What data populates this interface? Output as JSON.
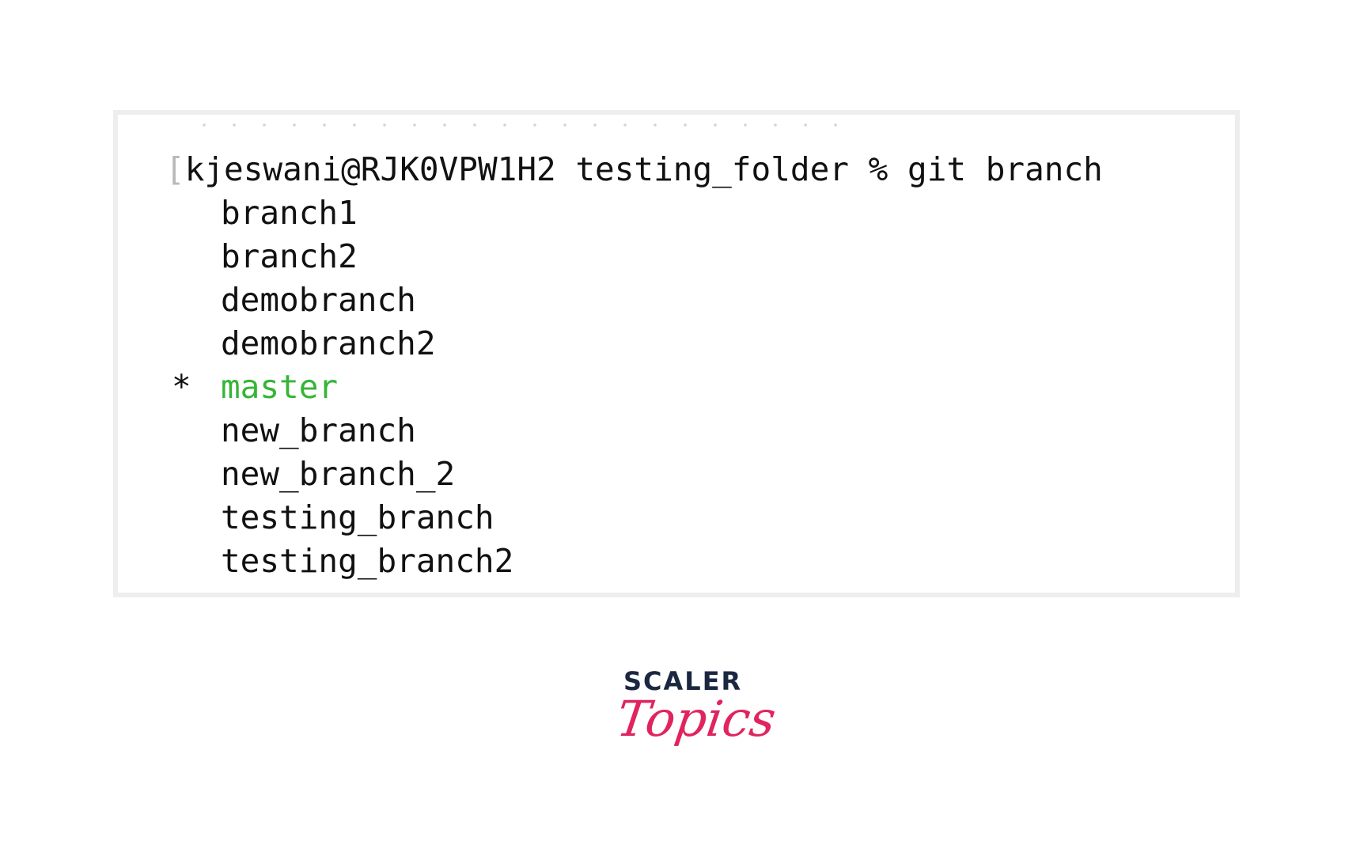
{
  "terminal": {
    "prompt_bracket": "[",
    "prompt_user_host": "kjeswani@RJK0VPW1H2",
    "prompt_directory": "testing_folder",
    "prompt_symbol": "%",
    "command": "git branch",
    "current_marker": "*",
    "branches": [
      {
        "name": "branch1",
        "current": false
      },
      {
        "name": "branch2",
        "current": false
      },
      {
        "name": "demobranch",
        "current": false
      },
      {
        "name": "demobranch2",
        "current": false
      },
      {
        "name": "master",
        "current": true
      },
      {
        "name": "new_branch",
        "current": false
      },
      {
        "name": "new_branch_2",
        "current": false
      },
      {
        "name": "testing_branch",
        "current": false
      },
      {
        "name": "testing_branch2",
        "current": false
      }
    ],
    "colors": {
      "text": "#111111",
      "current_branch": "#35b536",
      "frame_border": "#eeeeee"
    }
  },
  "logo": {
    "top_text": "SCALER",
    "bottom_text": "Topics",
    "colors": {
      "top": "#1b2740",
      "bottom": "#e0245e"
    }
  }
}
